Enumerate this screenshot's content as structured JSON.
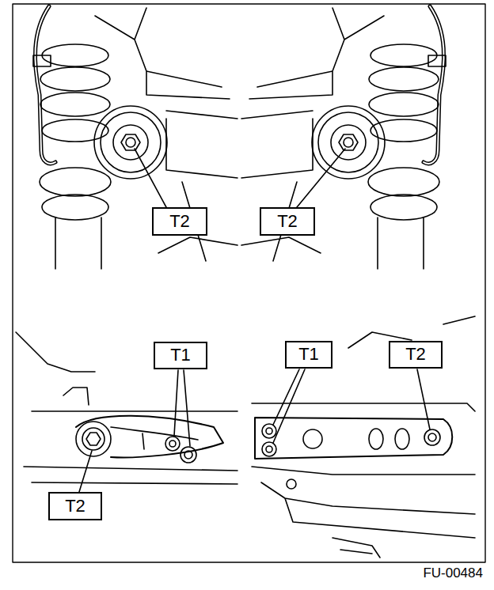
{
  "diagram": {
    "nodes": [
      {
        "text": [
          "T2"
        ]
      },
      {
        "text": [
          "T2"
        ]
      },
      {
        "text": [
          "T1"
        ]
      },
      {
        "text": [
          "T1"
        ]
      },
      {
        "text": [
          "T2"
        ]
      },
      {
        "text": [
          "T2"
        ]
      }
    ],
    "labels": [
      "FU-00484"
    ]
  }
}
